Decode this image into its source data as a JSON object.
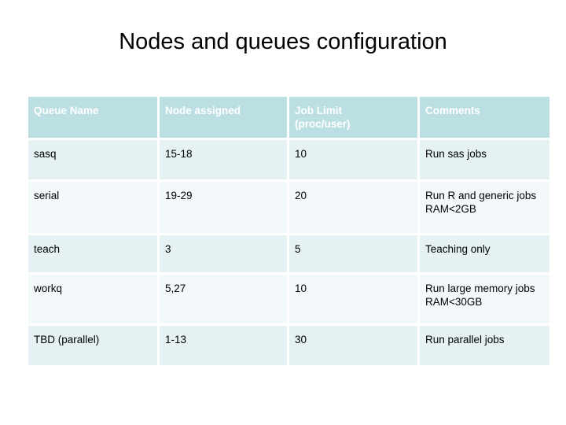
{
  "slide": {
    "title": "Nodes and queues configuration",
    "background_color": "#ffffff",
    "title_color": "#000000"
  },
  "table": {
    "header_bg": "#bcdfe3",
    "header_text_color": "#ffffff",
    "row_bg_odd": "#e6f1f3",
    "row_bg_even": "#f3f9fa",
    "columns": [
      "Queue Name",
      "Node assigned",
      "Job Limit (proc/user)",
      "Comments"
    ],
    "header_lines": {
      "col3_line1": "Job Limit",
      "col3_line2": "(proc/user)"
    },
    "rows": [
      {
        "queue_name": "sasq",
        "node_assigned": "15-18",
        "job_limit": "10",
        "comments": "Run sas jobs"
      },
      {
        "queue_name": "serial",
        "node_assigned": "19-29",
        "job_limit": "20",
        "comments": "Run R and generic jobs RAM<2GB"
      },
      {
        "queue_name": "teach",
        "node_assigned": "3",
        "job_limit": "5",
        "comments": "Teaching only"
      },
      {
        "queue_name": "workq",
        "node_assigned": "5,27",
        "job_limit": "10",
        "comments": "Run large memory jobs RAM<30GB"
      },
      {
        "queue_name": "TBD (parallel)",
        "node_assigned": "1-13",
        "job_limit": "30",
        "comments": "Run parallel jobs"
      }
    ]
  }
}
